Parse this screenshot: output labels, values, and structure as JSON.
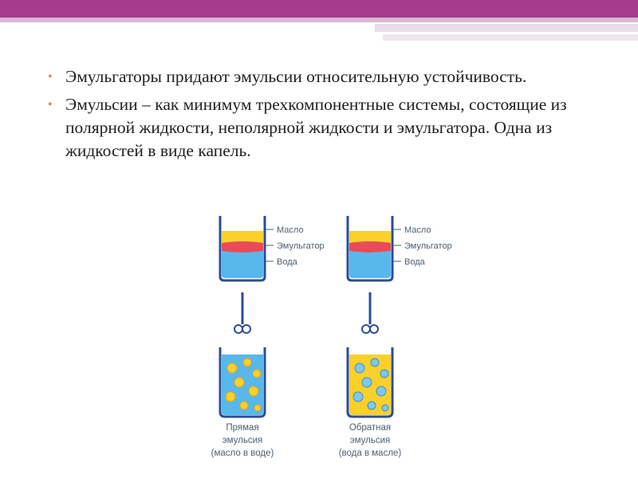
{
  "slide": {
    "bullets": [
      "Эмульгаторы придают эмульсии относительную устойчивость.",
      "Эмульсии – как минимум трехкомпонентные системы, состоящие из полярной жидкости, неполярной жидкости и эмульгатора. Одна из жидкостей в виде капель."
    ]
  },
  "figure": {
    "layer_labels": [
      "Масло",
      "Эмульгатор",
      "Вода"
    ],
    "left_caption": [
      "Прямая",
      "эмульсия",
      "(масло в воде)"
    ],
    "right_caption": [
      "Обратная",
      "эмульсия",
      "(вода в масле)"
    ]
  },
  "colors": {
    "oil": "#fcd02a",
    "emulsifier": "#e94b5b",
    "water": "#58b8ec",
    "glass": "#2a4d9a",
    "header": "#a53b8c"
  }
}
